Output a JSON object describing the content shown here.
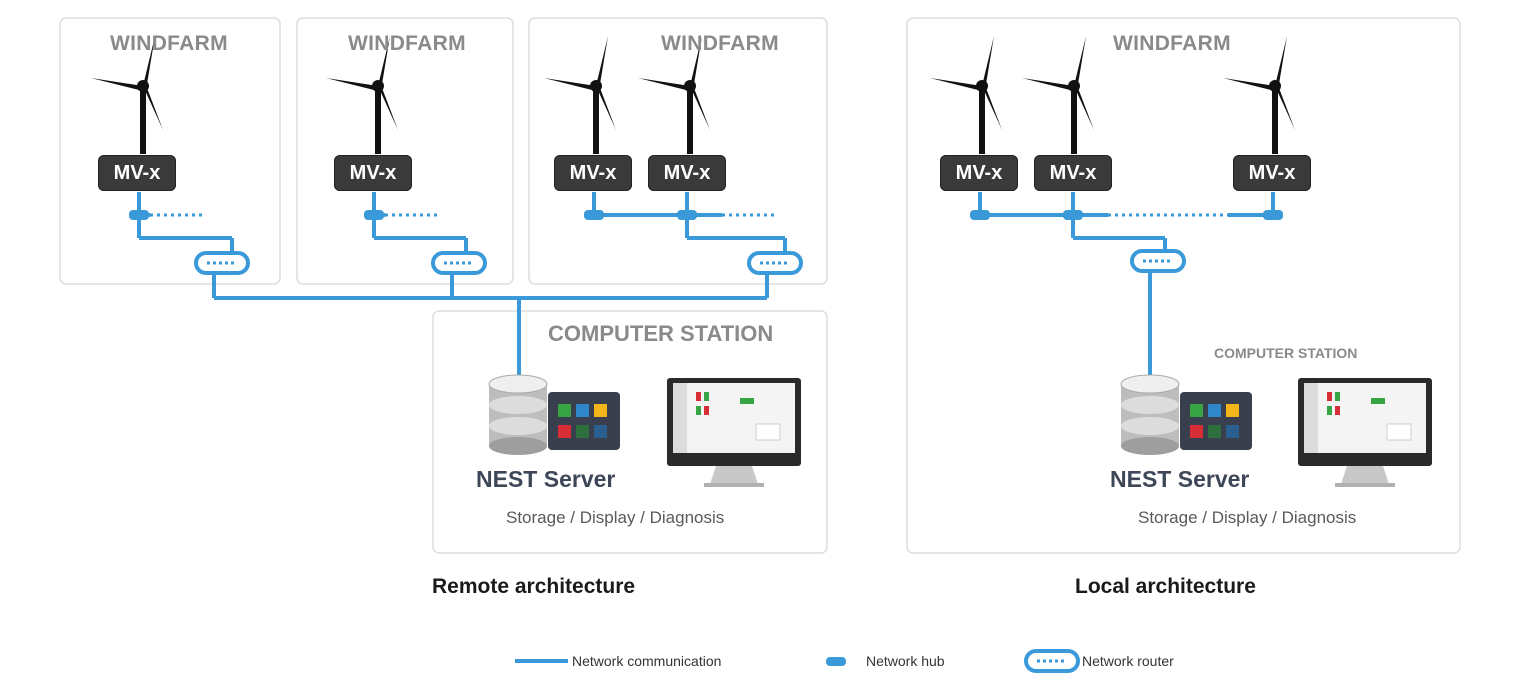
{
  "colors": {
    "network": "#3a9ad9",
    "panel_border": "#dddddd",
    "turbine": "#111111",
    "mv_box": "#3a3a3a",
    "tiles": [
      "#38a544",
      "#2f86c8",
      "#f2b51c",
      "#d62d36",
      "#2e6f3d",
      "#2b5f8f"
    ]
  },
  "windfarm_title": "WINDFARM",
  "mvx_label": "MV-x",
  "remote": {
    "computer_station_title": "COMPUTER STATION",
    "server_label": "NEST Server",
    "server_sub": "Storage / Display / Diagnosis",
    "caption": "Remote architecture"
  },
  "local": {
    "computer_station_title": "COMPUTER STATION",
    "server_label": "NEST Server",
    "server_sub": "Storage / Display / Diagnosis",
    "caption": "Local architecture"
  },
  "legend": {
    "communication": "Network communication",
    "hub": "Network hub",
    "router": "Network router"
  },
  "icons": [
    "wind-turbine-icon",
    "database-server-icon",
    "app-grid-icon",
    "monitor-icon",
    "network-router-icon",
    "network-hub-icon"
  ]
}
